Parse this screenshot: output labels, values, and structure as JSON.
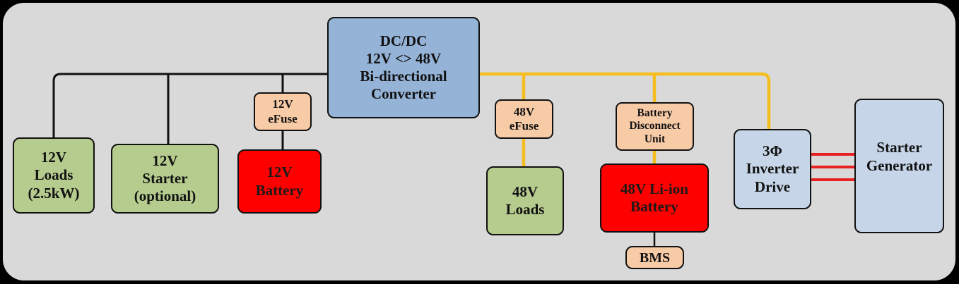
{
  "diagram": {
    "colors": {
      "background": "#d9d9d9",
      "bus_12v": "#111111",
      "bus_48v": "#f5bd1f",
      "three_phase": "#e82020",
      "load": "#b5cc8e",
      "battery": "#ff0000",
      "protection": "#f8cba7",
      "converter": "#95b3d7",
      "machine": "#c6d6e8"
    },
    "nodes": {
      "dcdc": {
        "lines": [
          "DC/DC",
          "12V <> 48V",
          "Bi-directional",
          "Converter"
        ]
      },
      "loads_12v": {
        "lines": [
          "12V",
          "Loads",
          "(2.5kW)"
        ]
      },
      "starter_12v": {
        "lines": [
          "12V",
          "Starter",
          "(optional)"
        ]
      },
      "efuse_12v": {
        "lines": [
          "12V",
          "eFuse"
        ]
      },
      "battery_12v": {
        "lines": [
          "12V",
          "Battery"
        ]
      },
      "efuse_48v": {
        "lines": [
          "48V",
          "eFuse"
        ]
      },
      "loads_48v": {
        "lines": [
          "48V",
          "Loads"
        ]
      },
      "bdu": {
        "lines": [
          "Battery",
          "Disconnect",
          "Unit"
        ]
      },
      "battery_48v": {
        "lines": [
          "48V Li-ion",
          "Battery"
        ]
      },
      "bms": {
        "lines": [
          "BMS"
        ]
      },
      "inverter": {
        "lines": [
          "3Φ",
          "Inverter",
          "Drive"
        ]
      },
      "starter_generator": {
        "lines": [
          "Starter",
          "Generator"
        ]
      }
    },
    "connections": [
      {
        "from": "dcdc",
        "to": "loads_12v",
        "bus": "12V"
      },
      {
        "from": "dcdc",
        "to": "starter_12v",
        "bus": "12V"
      },
      {
        "from": "dcdc",
        "to": "efuse_12v",
        "bus": "12V"
      },
      {
        "from": "efuse_12v",
        "to": "battery_12v",
        "bus": "12V"
      },
      {
        "from": "dcdc",
        "to": "efuse_48v",
        "bus": "48V"
      },
      {
        "from": "efuse_48v",
        "to": "loads_48v",
        "bus": "48V"
      },
      {
        "from": "dcdc",
        "to": "bdu",
        "bus": "48V"
      },
      {
        "from": "bdu",
        "to": "battery_48v",
        "bus": "48V"
      },
      {
        "from": "battery_48v",
        "to": "bms",
        "bus": "signal"
      },
      {
        "from": "dcdc",
        "to": "inverter",
        "bus": "48V"
      },
      {
        "from": "inverter",
        "to": "starter_generator",
        "bus": "3-phase"
      }
    ]
  }
}
